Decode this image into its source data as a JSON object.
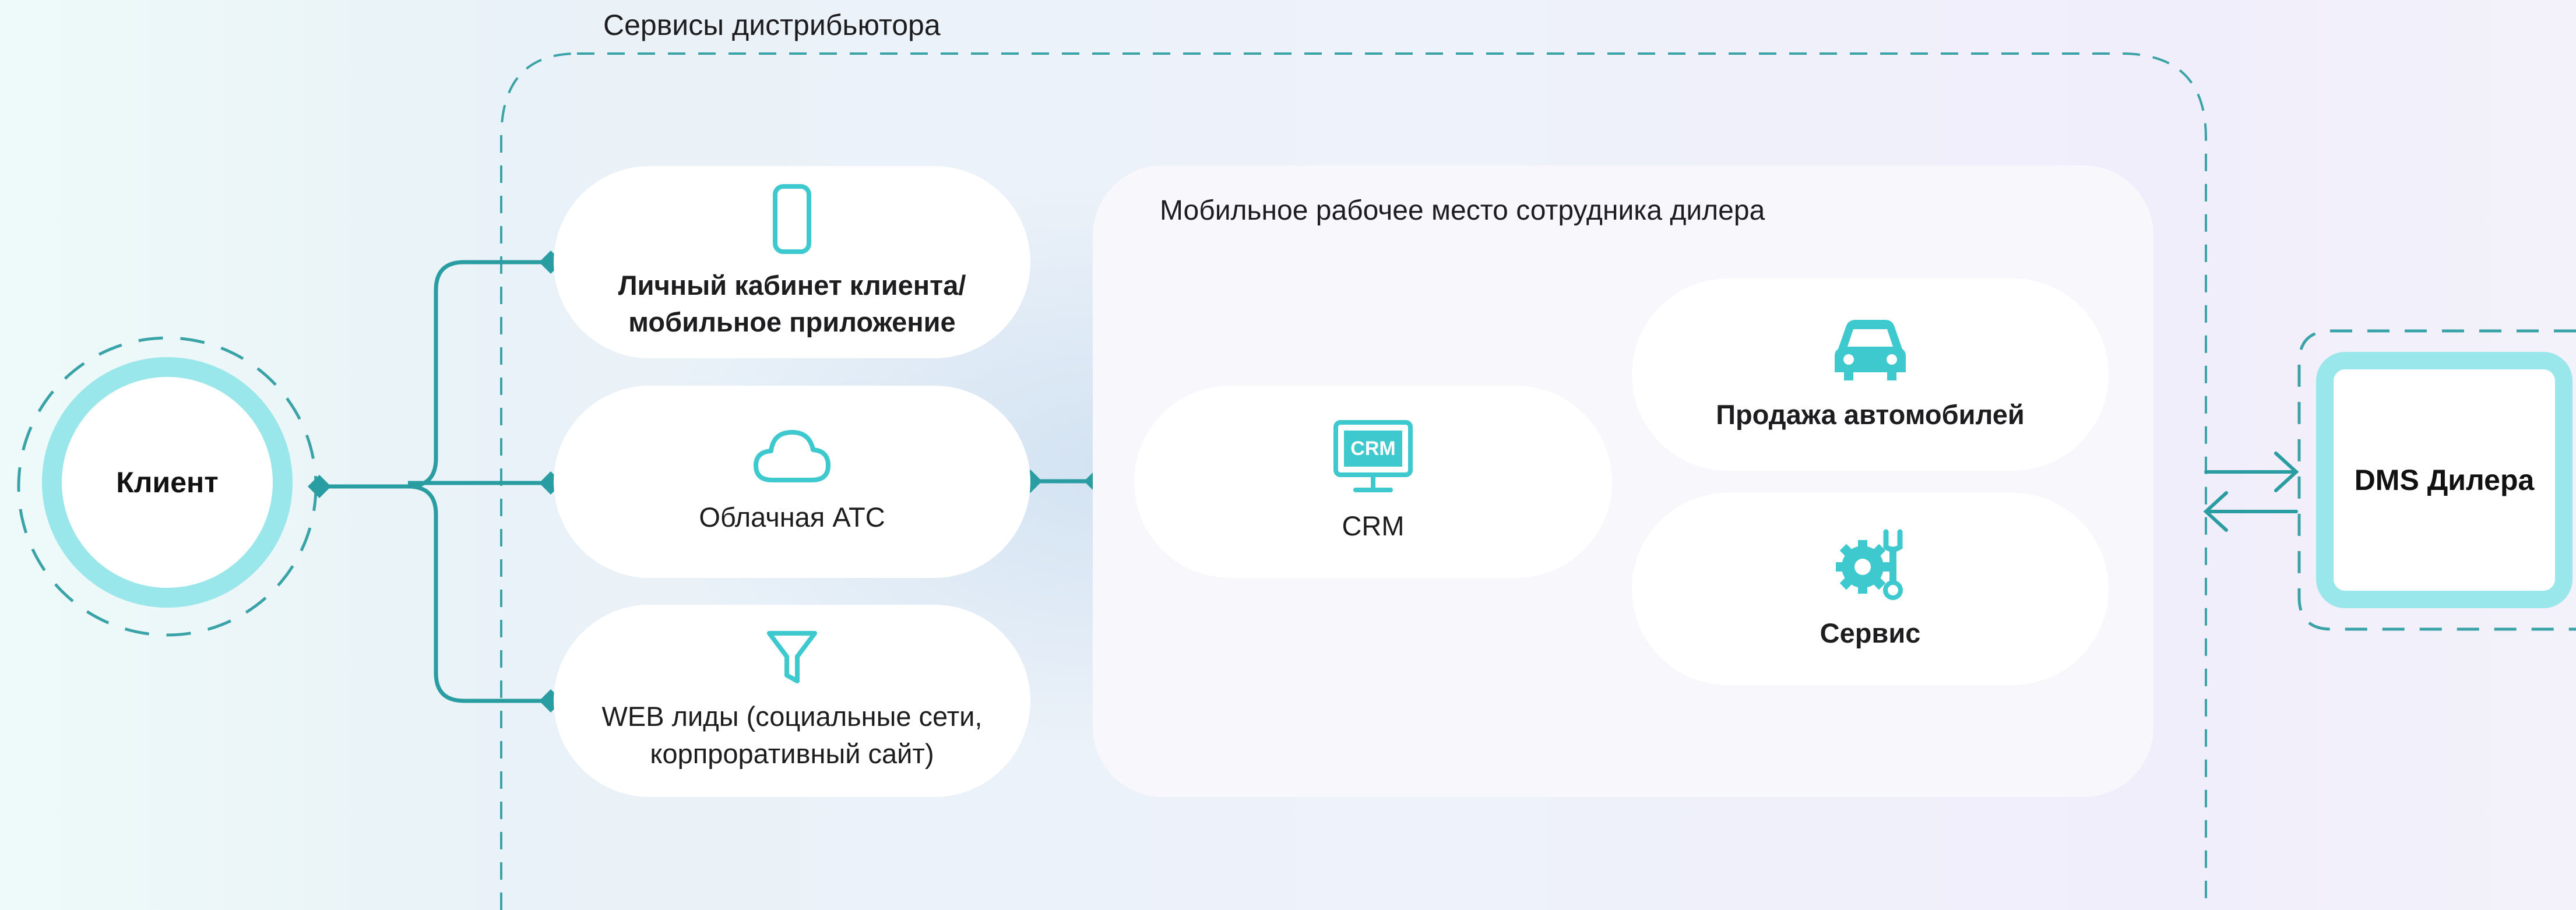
{
  "section_title": "Сервисы дистрибьютора",
  "client": {
    "label": "Клиент"
  },
  "services": [
    {
      "label_line1": "Личный кабинет клиента/",
      "label_line2": "мобильное приложение",
      "icon": "smartphone-icon"
    },
    {
      "label_line1": "Облачная АТС",
      "icon": "cloud-icon"
    },
    {
      "label_line1": "WEB лиды (социальные сети,",
      "label_line2": "корпроративный сайт)",
      "icon": "funnel-icon"
    }
  ],
  "workplace": {
    "title": "Мобильное рабочее место сотрудника дилера",
    "crm": {
      "label": "CRM",
      "icon_text": "CRM",
      "icon": "crm-monitor-icon"
    },
    "modules": [
      {
        "label": "Продажа автомобилей",
        "icon": "car-icon"
      },
      {
        "label": "Сервис",
        "icon": "gear-wrench-icon"
      }
    ]
  },
  "dms": {
    "label": "DMS Дилера"
  },
  "colors": {
    "line": "#2a9da3",
    "dashed": "#3aa3a8",
    "accent": "#3ec9cf",
    "ring": "#99e6eb"
  }
}
